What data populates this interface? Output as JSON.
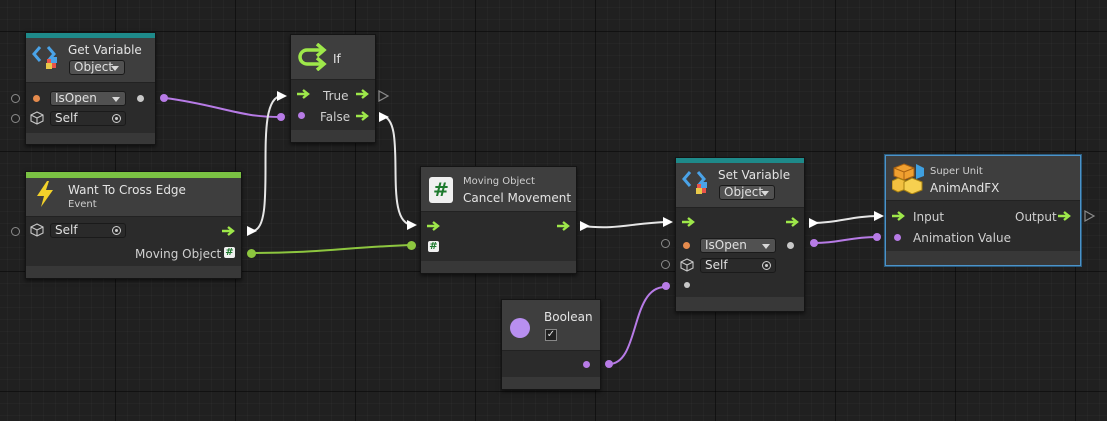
{
  "colors": {
    "flow": "#9ee84a",
    "boolean_port": "#b77be6",
    "object_port": "#e58b4d",
    "float_port": "#8dc63f",
    "variable_accent": "#1e8a8a",
    "event_accent": "#7ac143",
    "selection": "#4d93c8"
  },
  "nodes": {
    "get_variable": {
      "title": "Get Variable",
      "kind": "Object",
      "name_value": "IsOpen",
      "target_value": "Self",
      "icon": "variable-icon"
    },
    "if": {
      "title": "If",
      "true_label": "True",
      "false_label": "False",
      "icon": "branch-arrow-icon"
    },
    "event": {
      "title": "Want To Cross Edge",
      "subtitle": "Event",
      "target_value": "Self",
      "output_label": "Moving Object",
      "icon": "lightning-icon"
    },
    "cancel_movement": {
      "subtitle": "Moving Object",
      "title": "Cancel Movement",
      "icon": "hash-script-icon"
    },
    "set_variable": {
      "title": "Set Variable",
      "kind": "Object",
      "name_value": "IsOpen",
      "target_value": "Self",
      "icon": "variable-icon"
    },
    "super_unit": {
      "subtitle": "Super Unit",
      "title": "AnimAndFX",
      "input_label": "Input",
      "output_label": "Output",
      "port_label": "Animation  Value",
      "icon": "cubes-icon"
    },
    "boolean_literal": {
      "title": "Boolean",
      "value": "✓",
      "icon": "boolean-circle-icon"
    }
  }
}
